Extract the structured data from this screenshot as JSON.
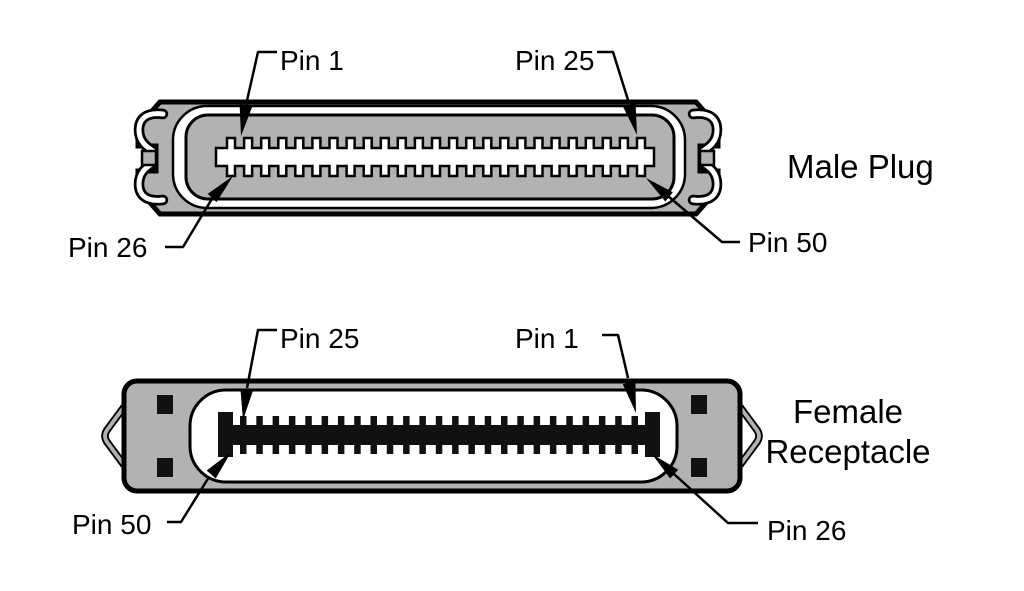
{
  "figure": {
    "background": "#ffffff",
    "colors": {
      "body_gray": "#b2b2b2",
      "outline": "#000000",
      "cavity_white": "#ffffff",
      "contact_black": "#111111"
    },
    "male": {
      "title": "Male Plug",
      "pins_per_row": 25,
      "labels": {
        "top_left": "Pin 1",
        "top_right": "Pin 25",
        "bottom_left": "Pin 26",
        "bottom_right": "Pin 50"
      }
    },
    "female": {
      "title_lines": [
        "Female",
        "Receptacle"
      ],
      "pins_per_row": 25,
      "labels": {
        "top_left": "Pin 25",
        "top_right": "Pin 1",
        "bottom_left": "Pin 50",
        "bottom_right": "Pin 26"
      }
    }
  }
}
